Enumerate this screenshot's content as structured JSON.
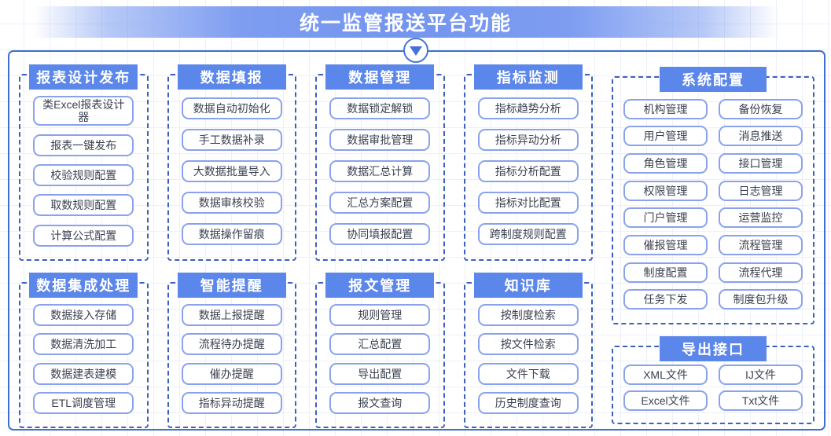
{
  "banner": {
    "title": "统一监管报送平台功能"
  },
  "arrow_icon": "triangle-down",
  "colors": {
    "banner_blue": "#7495ef",
    "group_header_blue": "#5b86ea",
    "dashed_border_blue": "#3c5fc0",
    "panel_border_blue": "#3f6fd0",
    "item_border_blue": "#8aa2ee",
    "item_text": "#3a4150"
  },
  "groups": [
    {
      "id": "report-design-publish",
      "title": "报表设计发布",
      "columns": 1,
      "items": [
        "类Excel报表设计器",
        "报表一键发布",
        "校验规则配置",
        "取数规则配置",
        "计算公式配置"
      ]
    },
    {
      "id": "data-filling",
      "title": "数据填报",
      "columns": 1,
      "items": [
        "数据自动初始化",
        "手工数据补录",
        "大数据批量导入",
        "数据审核校验",
        "数据操作留痕"
      ]
    },
    {
      "id": "data-management",
      "title": "数据管理",
      "columns": 1,
      "items": [
        "数据锁定解锁",
        "数据审批管理",
        "数据汇总计算",
        "汇总方案配置",
        "协同填报配置"
      ]
    },
    {
      "id": "indicator-monitoring",
      "title": "指标监测",
      "columns": 1,
      "items": [
        "指标趋势分析",
        "指标异动分析",
        "指标分析配置",
        "指标对比配置",
        "跨制度规则配置"
      ]
    },
    {
      "id": "system-configuration",
      "title": "系统配置",
      "columns": 2,
      "items": [
        "机构管理",
        "备份恢复",
        "用户管理",
        "消息推送",
        "角色管理",
        "接口管理",
        "权限管理",
        "日志管理",
        "门户管理",
        "运营监控",
        "催报管理",
        "流程管理",
        "制度配置",
        "流程代理",
        "任务下发",
        "制度包升级"
      ]
    },
    {
      "id": "data-integration-processing",
      "title": "数据集成处理",
      "columns": 1,
      "items": [
        "数据接入存储",
        "数据清洗加工",
        "数据建表建模",
        "ETL调度管理"
      ]
    },
    {
      "id": "smart-reminder",
      "title": "智能提醒",
      "columns": 1,
      "items": [
        "数据上报提醒",
        "流程待办提醒",
        "催办提醒",
        "指标异动提醒"
      ]
    },
    {
      "id": "message-management",
      "title": "报文管理",
      "columns": 1,
      "items": [
        "规则管理",
        "汇总配置",
        "导出配置",
        "报文查询"
      ]
    },
    {
      "id": "knowledge-base",
      "title": "知识库",
      "columns": 1,
      "items": [
        "按制度检索",
        "按文件检索",
        "文件下载",
        "历史制度查询"
      ]
    },
    {
      "id": "export-interface",
      "title": "导出接口",
      "columns": 2,
      "items": [
        "XML文件",
        "IJ文件",
        "Excel文件",
        "Txt文件"
      ]
    }
  ]
}
